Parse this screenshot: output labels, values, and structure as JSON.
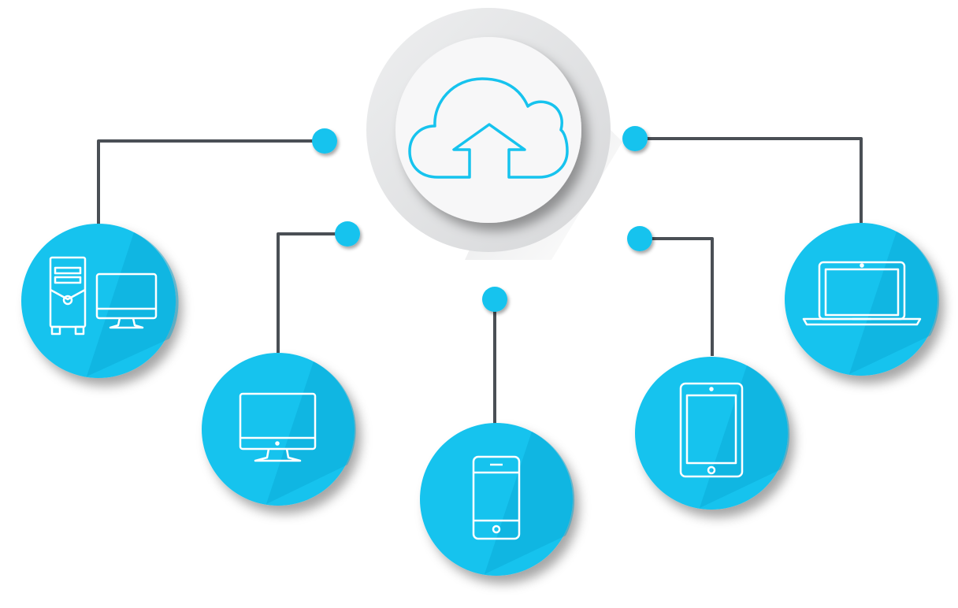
{
  "colors": {
    "background": "#ffffff",
    "accent": "#16c3ee",
    "accent_dark": "#0aa9d6",
    "connector": "#4a4f55",
    "hub_ring": "#e2e3e5",
    "hub_face": "#f7f7f8",
    "icon_line": "#ffffff"
  },
  "hub": {
    "icon": "cloud-upload-icon"
  },
  "devices": [
    {
      "id": "desktop-tower",
      "icon": "desktop-tower-icon"
    },
    {
      "id": "monitor",
      "icon": "monitor-icon"
    },
    {
      "id": "smartphone",
      "icon": "smartphone-icon"
    },
    {
      "id": "tablet",
      "icon": "tablet-icon"
    },
    {
      "id": "laptop",
      "icon": "laptop-icon"
    }
  ]
}
